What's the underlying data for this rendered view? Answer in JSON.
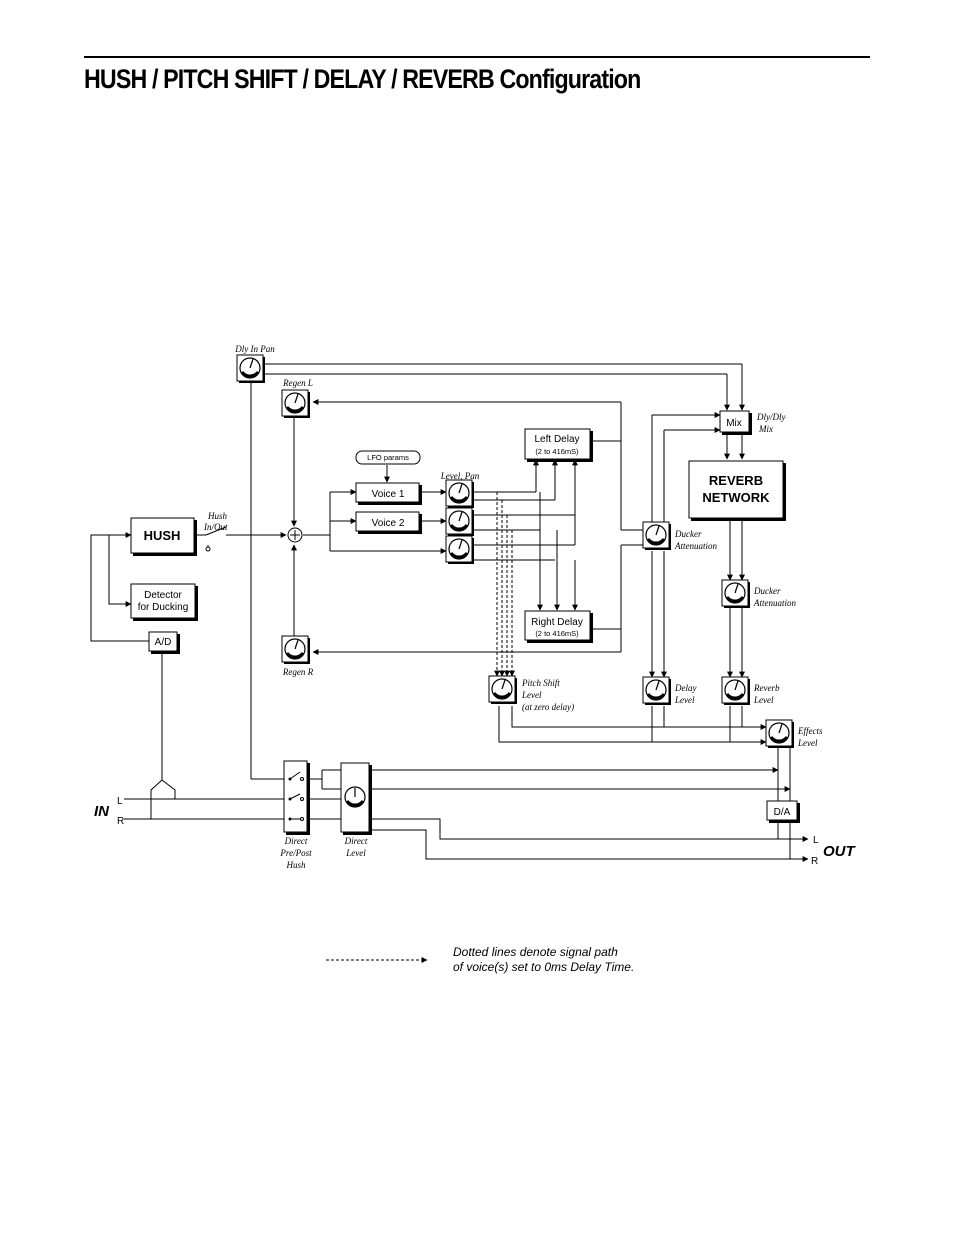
{
  "title": "HUSH / PITCH SHIFT / DELAY / REVERB Configuration",
  "labels": {
    "dly_in_pan": "Dly In Pan",
    "regen_l": "Regen L",
    "regen_r": "Regen R",
    "lfo": "LFO params",
    "voice1": "Voice 1",
    "voice2": "Voice 2",
    "level_pan": "Level, Pan",
    "left_delay": "Left Delay",
    "left_delay_range": "(2 to 416mS)",
    "right_delay": "Right Delay",
    "right_delay_range": "(2 to 416mS)",
    "mix": "Mix",
    "dly_dly_mix_1": "Dly/Dly",
    "dly_dly_mix_2": "Mix",
    "reverb_1": "REVERB",
    "reverb_2": "NETWORK",
    "hush": "HUSH",
    "hush_in_out_1": "Hush",
    "hush_in_out_2": "In/Out",
    "detector_1": "Detector",
    "detector_2": "for Ducking",
    "ad": "A/D",
    "da": "D/A",
    "ducker_att_1a": "Ducker",
    "ducker_att_1b": "Attenuation",
    "ducker_att_2a": "Ducker",
    "ducker_att_2b": "Attenuation",
    "pitch_shift_1": "Pitch Shift",
    "pitch_shift_2": "Level",
    "pitch_shift_3": "(at zero delay)",
    "delay_level_1": "Delay",
    "delay_level_2": "Level",
    "reverb_level_1": "Reverb",
    "reverb_level_2": "Level",
    "effects_level_1": "Effects",
    "effects_level_2": "Level",
    "direct_1": "Direct",
    "direct_2": "Pre/Post",
    "direct_3": "Hush",
    "direct_level_1": "Direct",
    "direct_level_2": "Level",
    "in": "IN",
    "out": "OUT",
    "l": "L",
    "r": "R",
    "l_out": "L",
    "r_out": "R"
  },
  "legend": {
    "line1": "Dotted lines denote signal path",
    "line2": "of voice(s) set to 0ms Delay Time."
  }
}
